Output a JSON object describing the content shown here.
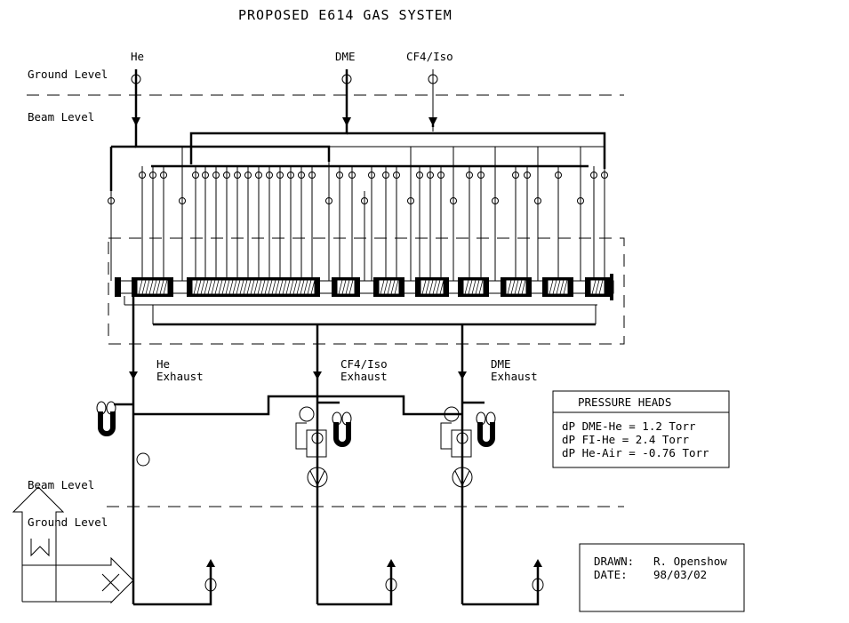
{
  "title": "PROPOSED E614 GAS SYSTEM",
  "supplies": {
    "he": "He",
    "dme": "DME",
    "cf4": "CF4/Iso"
  },
  "levels": {
    "ground_top": "Ground Level",
    "beam_top": "Beam Level",
    "beam_bottom": "Beam Level",
    "ground_bottom": "Ground Level"
  },
  "exhausts": {
    "he": [
      "He",
      "Exhaust"
    ],
    "cf4": [
      "CF4/Iso",
      "Exhaust"
    ],
    "dme": [
      "DME",
      "Exhaust"
    ]
  },
  "pressure_heads": {
    "title": "PRESSURE HEADS",
    "lines": [
      "dP DME-He = 1.2 Torr",
      "dP FI-He = 2.4 Torr",
      "dP He-Air = -0.76 Torr"
    ]
  },
  "drawing_info": {
    "drawn_label": "DRAWN:",
    "drawn_value": "R. Openshow",
    "date_label": "DATE:",
    "date_value": "98/03/02"
  }
}
